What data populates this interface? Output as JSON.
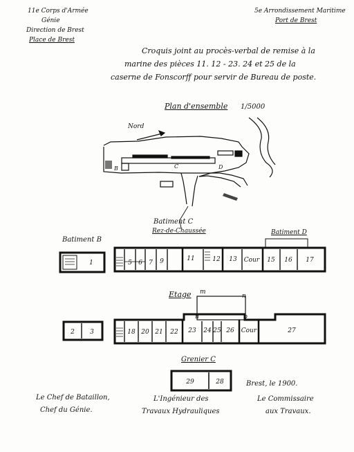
{
  "header_left": [
    "11e Corps d'Armée",
    "Génie",
    "Direction de Brest",
    "Place de Brest"
  ],
  "header_right": [
    "5e Arrondissement Maritime",
    "Port de Brest"
  ],
  "title_lines": [
    "Croquis joint au procès-verbal de remise à la",
    "marine des pièces 11. 12 - 23. 24 et 25 de la",
    "caserne de Fonscorff pour servir de Bureau de poste."
  ],
  "plan_ensemble": {
    "title": "Plan d'ensemble",
    "scale": "1/5000",
    "nord": "Nord",
    "labels": [
      "B",
      "C",
      "D"
    ]
  },
  "batiment_c_label": [
    "Batiment C",
    "Rez-de-Chaussée"
  ],
  "batiment_b": {
    "title": "Batiment B",
    "rdc_rooms": [
      "1"
    ],
    "etage_rooms": [
      "2",
      "3"
    ]
  },
  "batiment_d_label": "Batiment D",
  "rdc_rooms": [
    "5",
    "6",
    "7",
    "9",
    "11",
    "12",
    "13",
    "Cour",
    "15",
    "16",
    "17"
  ],
  "etage": {
    "title": "Etage",
    "markers": [
      "m",
      "n",
      "n",
      "p"
    ]
  },
  "etage_rooms": [
    "18",
    "20",
    "21",
    "22",
    "23",
    "24",
    "25",
    "26",
    "Cour",
    "27"
  ],
  "grenier": {
    "title": "Grenier C",
    "rooms": [
      "29",
      "28"
    ]
  },
  "footer": {
    "date": "Brest, le          1900.",
    "left": [
      "Le Chef de Bataillon,",
      "Chef du Génie."
    ],
    "middle": [
      "L'Ingénieur des",
      "Travaux Hydrauliques"
    ],
    "right": [
      "Le Commissaire",
      "aux Travaux."
    ]
  }
}
